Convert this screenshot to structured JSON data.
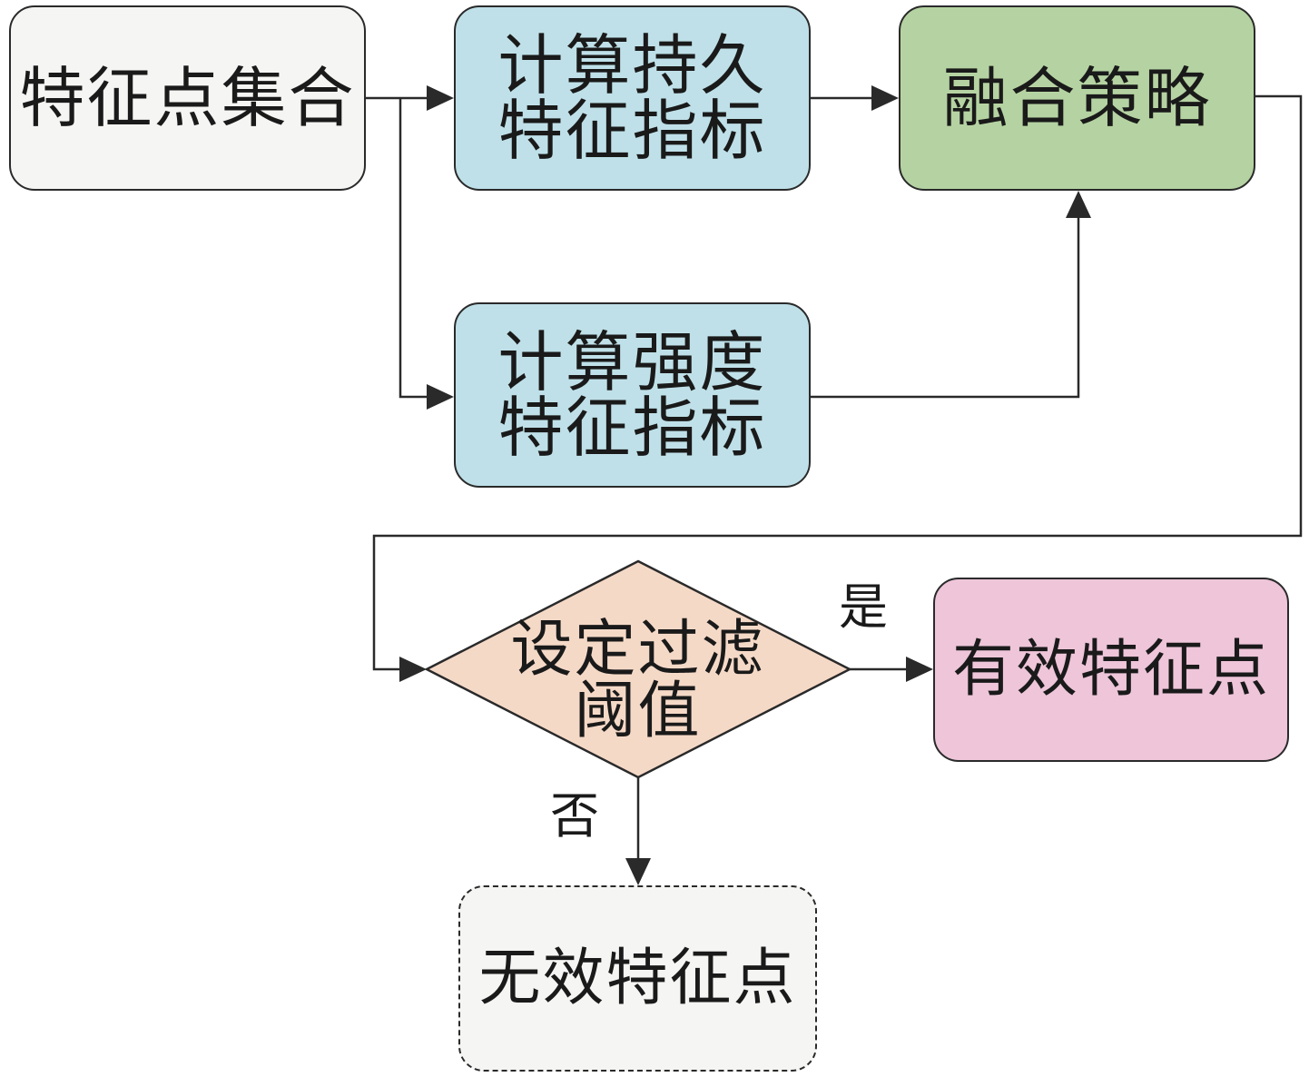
{
  "nodes": {
    "feature_point_set": {
      "lines": [
        "特征点集合"
      ]
    },
    "persistence_index": {
      "lines": [
        "计算持久",
        "特征指标"
      ]
    },
    "fusion_strategy": {
      "lines": [
        "融合策略"
      ]
    },
    "strength_index": {
      "lines": [
        "计算强度",
        "特征指标"
      ]
    },
    "threshold_decision": {
      "lines": [
        "设定过滤",
        "阈值"
      ]
    },
    "valid_points": {
      "lines": [
        "有效特征点"
      ]
    },
    "invalid_points": {
      "lines": [
        "无效特征点"
      ]
    }
  },
  "edge_labels": {
    "yes": "是",
    "no": "否"
  },
  "colors": {
    "stroke": "#2a2a2a",
    "neutral_fill": "#f5f5f3",
    "compute_fill": "#bfe0e8",
    "fusion_fill": "#b5d3a2",
    "decision_fill": "#f5d9c7",
    "valid_fill": "#eec5d9"
  },
  "edges": [
    {
      "from": "feature_point_set",
      "to": "persistence_index"
    },
    {
      "from": "feature_point_set",
      "to": "strength_index"
    },
    {
      "from": "persistence_index",
      "to": "fusion_strategy"
    },
    {
      "from": "strength_index",
      "to": "fusion_strategy"
    },
    {
      "from": "fusion_strategy",
      "to": "threshold_decision"
    },
    {
      "from": "threshold_decision",
      "to": "valid_points",
      "label": "yes"
    },
    {
      "from": "threshold_decision",
      "to": "invalid_points",
      "label": "no"
    }
  ]
}
